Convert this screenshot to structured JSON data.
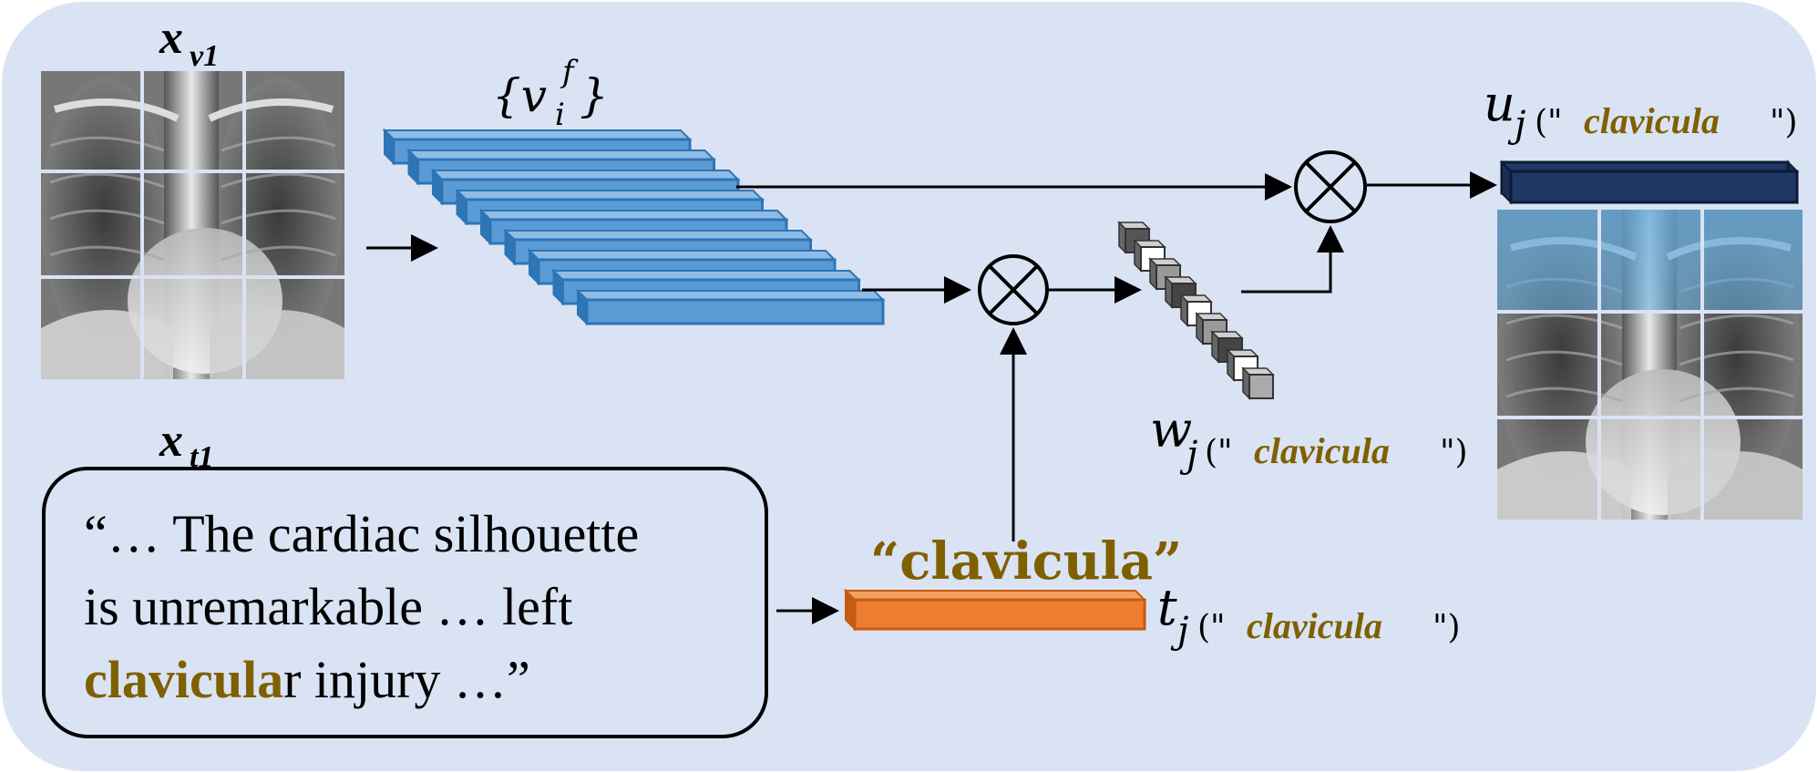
{
  "labels": {
    "image_input": "x",
    "image_input_sub": "v1",
    "text_input": "x",
    "text_input_sub": "t1",
    "visual_features": "{v",
    "visual_features_sup": "f",
    "visual_features_sub": "i",
    "visual_features_close": "}",
    "token_word": "“clavicula”",
    "token_highlight": "clavicula",
    "text_embedding": "t",
    "weights": "w",
    "weighted_feature": "u",
    "index_j": "j",
    "paren_open": "(\"",
    "paren_close": "\")"
  },
  "report": {
    "line1": "“… The cardiac silhouette",
    "line2": "is unremarkable … left",
    "line3_highlight": "clavicula",
    "line3_suffix": "r injury …”"
  },
  "operators": {
    "multiply_symbol": "⊗"
  },
  "colors": {
    "background_panel": "#DAE3F3",
    "feature_blue": "#5B9BD5",
    "feature_blue_dark": "#2E75B6",
    "text_embed_orange": "#ED7D31",
    "weighted_navy": "#203864",
    "highlight_gold": "#7F6000"
  }
}
